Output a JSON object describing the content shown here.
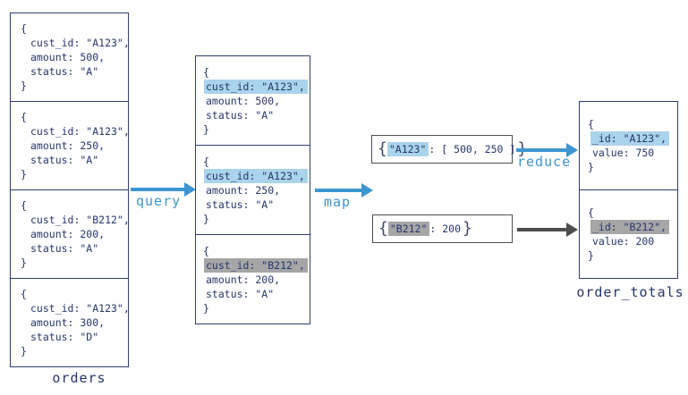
{
  "colors": {
    "box_border_navy": "#2e3e72",
    "doc_text_navy": "#26366b",
    "highlight_blue": "#aad3ec",
    "highlight_gray": "#a6a6a6",
    "arrow_blue": "#3d95d1",
    "arrow_dark": "#4d4d4d",
    "map_box_border": "#4f4f4f"
  },
  "orders": {
    "label": "orders",
    "docs": [
      {
        "open": "{",
        "line1": "cust_id: \"A123\",",
        "line2": "amount: 500,",
        "line3": "status: \"A\"",
        "close": "}"
      },
      {
        "open": "{",
        "line1": "cust_id: \"A123\",",
        "line2": "amount: 250,",
        "line3": "status: \"A\"",
        "close": "}"
      },
      {
        "open": "{",
        "line1": "cust_id: \"B212\",",
        "line2": "amount: 200,",
        "line3": "status: \"A\"",
        "close": "}"
      },
      {
        "open": "{",
        "line1": "cust_id: \"A123\",",
        "line2": "amount: 300,",
        "line3": "status: \"D\"",
        "close": "}"
      }
    ]
  },
  "filtered": {
    "docs": [
      {
        "open": "{",
        "key": "cust_id: \"A123\",",
        "line2": "amount: 500,",
        "line3": "status: \"A\"",
        "close": "}",
        "highlight": "blue"
      },
      {
        "open": "{",
        "key": "cust_id: \"A123\",",
        "line2": "amount: 250,",
        "line3": "status: \"A\"",
        "close": "}",
        "highlight": "blue"
      },
      {
        "open": "{",
        "key": "cust_id: \"B212\",",
        "line2": "amount: 200,",
        "line3": "status: \"A\"",
        "close": "}",
        "highlight": "gray"
      }
    ]
  },
  "map_output": {
    "boxes": [
      {
        "open_brace": "{",
        "key": "\"A123\"",
        "rest": ": [ 500, 250 ]",
        "close_brace": "}",
        "highlight": "blue"
      },
      {
        "open_brace": "{",
        "key": "\"B212\"",
        "rest": ": 200",
        "close_brace": "}",
        "highlight": "gray"
      }
    ]
  },
  "order_totals": {
    "label": "order_totals",
    "docs": [
      {
        "open": "{",
        "key": "_id: \"A123\",",
        "line2": "value: 750",
        "close": "}",
        "highlight": "blue"
      },
      {
        "open": "{",
        "key": "_id: \"B212\",",
        "line2": "value: 200",
        "close": "}",
        "highlight": "gray"
      }
    ]
  },
  "arrows": {
    "query_label": "query",
    "map_label": "map",
    "reduce_label": "reduce"
  }
}
